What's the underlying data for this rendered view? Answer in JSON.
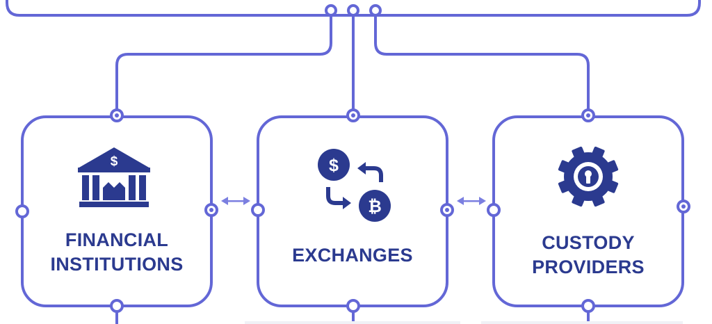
{
  "colors": {
    "line": "#6367d6",
    "accent": "#7b7fe0",
    "icon": "#2b3a8f",
    "text": "#2b3a8f",
    "background": "#ffffff"
  },
  "cards": [
    {
      "id": "financial-institutions",
      "icon": "bank-icon",
      "lines": [
        "FINANCIAL",
        "INSTITUTIONS"
      ]
    },
    {
      "id": "exchanges",
      "icon": "currency-exchange-icon",
      "lines": [
        "EXCHANGES"
      ]
    },
    {
      "id": "custody-providers",
      "icon": "gear-keyhole-icon",
      "lines": [
        "CUSTODY",
        "PROVIDERS"
      ]
    }
  ]
}
